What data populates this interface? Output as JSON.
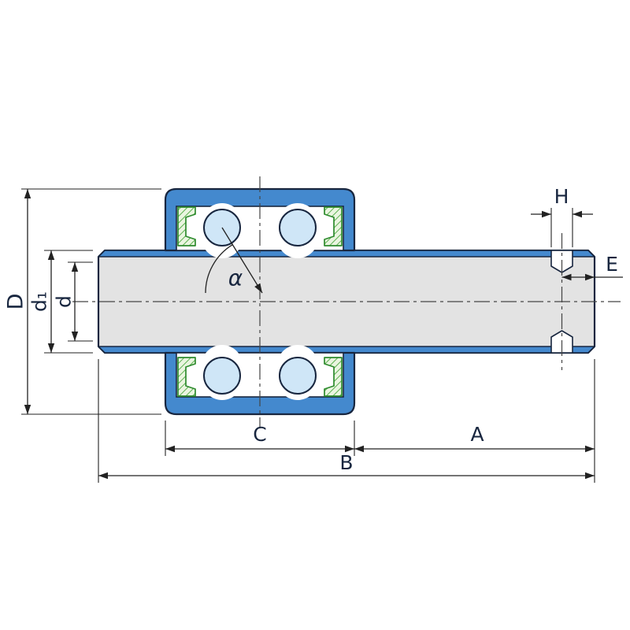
{
  "diagram": {
    "type": "technical-drawing",
    "subject": "double-row-bearing-shaft-unit-cross-section",
    "labels": {
      "outer_diameter": "D",
      "inner_shoulder_diameter": "d₁",
      "shaft_diameter": "d",
      "contact_angle": "α",
      "bearing_width": "C",
      "shaft_extension_length": "A",
      "overall_length": "B",
      "hole_width": "H",
      "hole_end_distance": "E"
    },
    "colors": {
      "ring_blue": "#4489ce",
      "ball_fill": "#cfe6f7",
      "shaft_gray": "#e3e3e3",
      "outline_navy": "#18263f",
      "seal_green": "#2e8b2e",
      "seal_hatch_bg": "#eaf5e0",
      "seal_hatch_line": "#5cb150",
      "dimension_line": "#222222",
      "centerline": "#444444",
      "label_color": "#18263f"
    }
  }
}
